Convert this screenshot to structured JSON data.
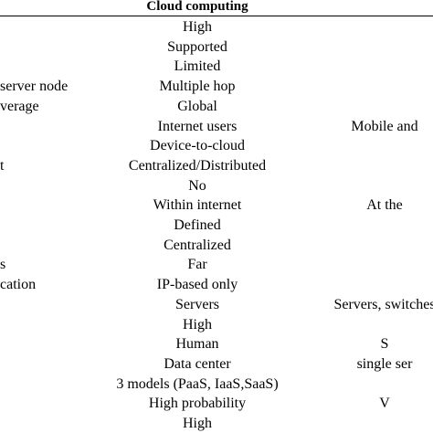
{
  "header": {
    "cloud_title": "Cloud computing"
  },
  "rows": [
    {
      "feature": "",
      "cloud": "High",
      "edge": ""
    },
    {
      "feature": "",
      "cloud": "Supported",
      "edge": ""
    },
    {
      "feature": "",
      "cloud": "Limited",
      "edge": ""
    },
    {
      "feature": "server node",
      "cloud": "Multiple hop",
      "edge": ""
    },
    {
      "feature": "verage",
      "cloud": "Global",
      "edge": ""
    },
    {
      "feature": "",
      "cloud": "Internet users",
      "edge": "Mobile and"
    },
    {
      "feature": "",
      "cloud": "Device-to-cloud",
      "edge": ""
    },
    {
      "feature": "t",
      "cloud": "Centralized/Distributed",
      "edge": ""
    },
    {
      "feature": "",
      "cloud": "No",
      "edge": ""
    },
    {
      "feature": "",
      "cloud": "Within internet",
      "edge": "At the"
    },
    {
      "feature": "",
      "cloud": "Defined",
      "edge": ""
    },
    {
      "feature": "",
      "cloud": "Centralized",
      "edge": ""
    },
    {
      "feature": "s",
      "cloud": "Far",
      "edge": ""
    },
    {
      "feature": "cation",
      "cloud": "IP-based only",
      "edge": ""
    },
    {
      "feature": "",
      "cloud": "Servers",
      "edge": "Servers, switches"
    },
    {
      "feature": "",
      "cloud": "High",
      "edge": ""
    },
    {
      "feature": "",
      "cloud": "Human",
      "edge": "S"
    },
    {
      "feature": "",
      "cloud": "Data center",
      "edge": "single ser"
    },
    {
      "feature": "",
      "cloud": "3 models (PaaS, IaaS,SaaS)",
      "edge": ""
    },
    {
      "feature": "",
      "cloud": "High probability",
      "edge": "V"
    },
    {
      "feature": "",
      "cloud": "High",
      "edge": ""
    }
  ]
}
